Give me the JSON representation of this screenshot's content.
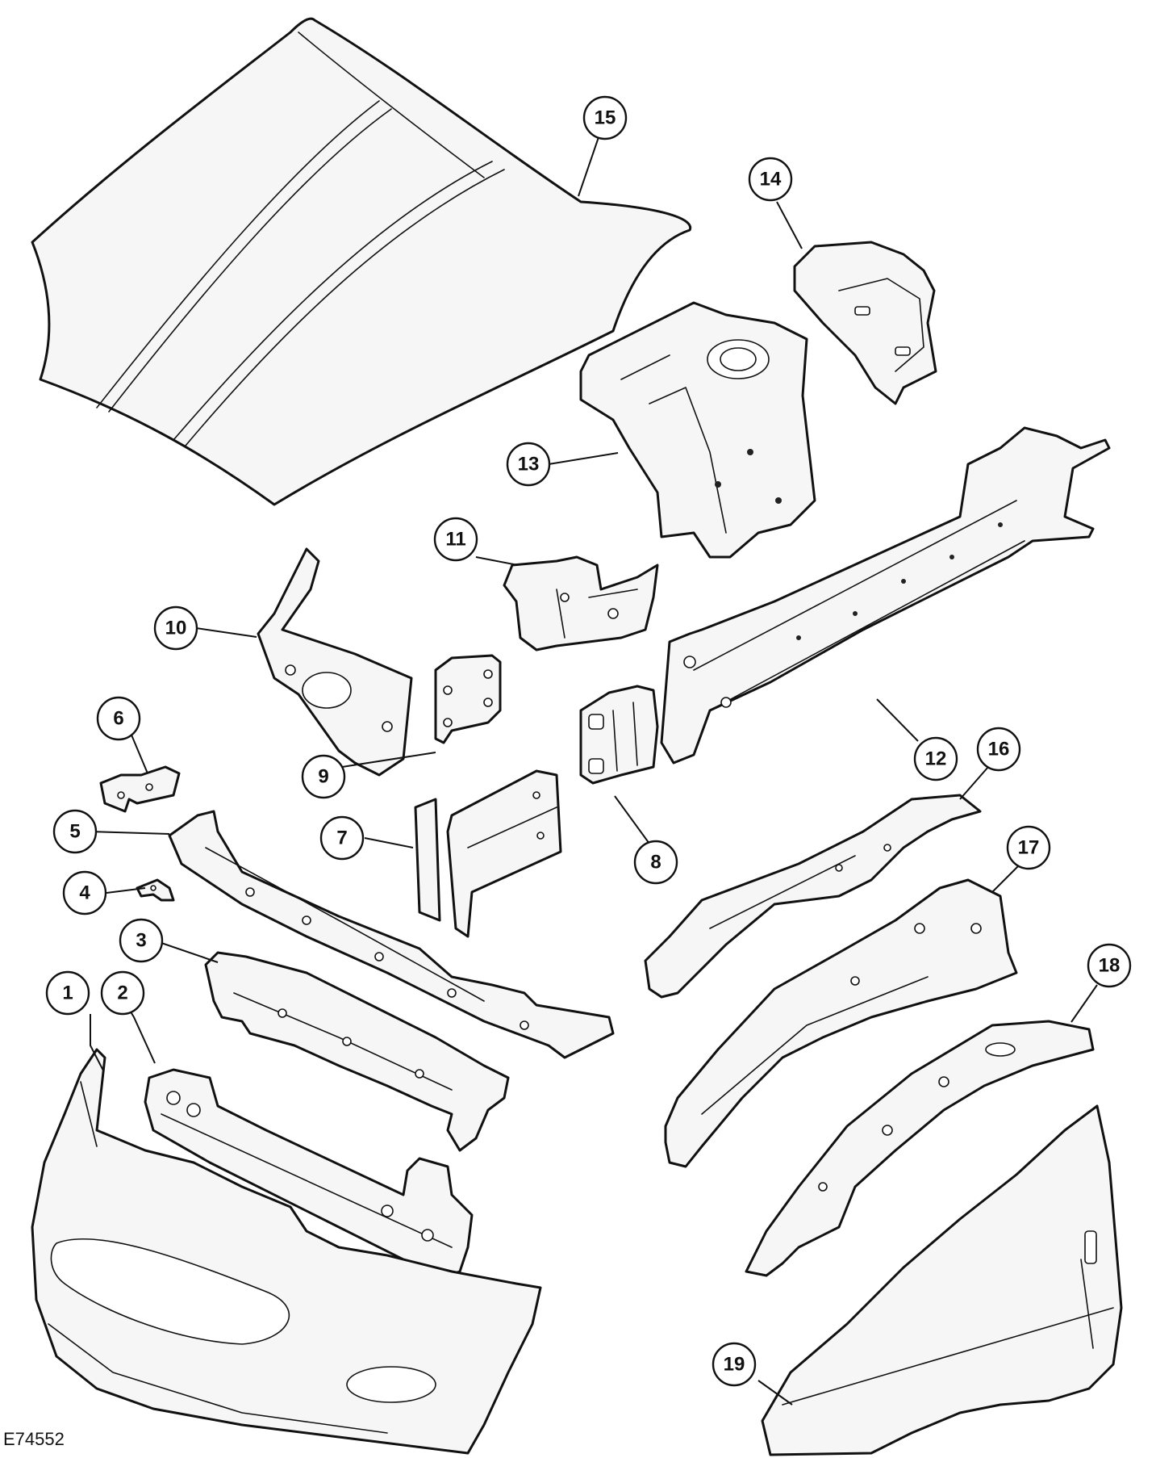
{
  "figure_id": "E74552",
  "callouts": [
    {
      "label": "1"
    },
    {
      "label": "2"
    },
    {
      "label": "3"
    },
    {
      "label": "4"
    },
    {
      "label": "5"
    },
    {
      "label": "6"
    },
    {
      "label": "7"
    },
    {
      "label": "8"
    },
    {
      "label": "9"
    },
    {
      "label": "10"
    },
    {
      "label": "11"
    },
    {
      "label": "12"
    },
    {
      "label": "13"
    },
    {
      "label": "14"
    },
    {
      "label": "15"
    },
    {
      "label": "16"
    },
    {
      "label": "17"
    },
    {
      "label": "18"
    },
    {
      "label": "19"
    }
  ]
}
